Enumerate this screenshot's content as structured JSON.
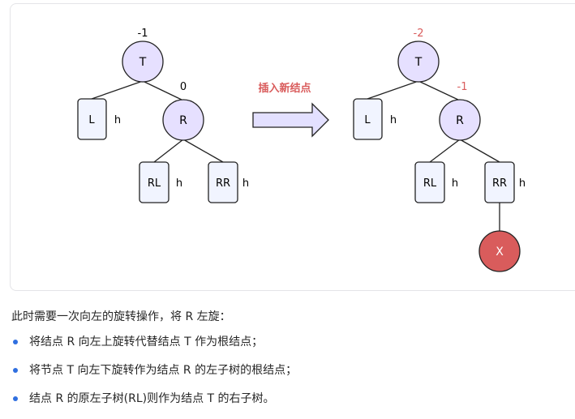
{
  "colors": {
    "node_fill": "#e6e0ff",
    "leaf_fill": "#f1f4ff",
    "inserted_fill": "#d95c5c",
    "arrow_fill": "#e3e0ff",
    "balance_highlight": "#d95c5c",
    "bullet": "#2f6fe0"
  },
  "left_tree": {
    "balance_T": "-1",
    "balance_R": "0",
    "node_T": "T",
    "node_R": "R",
    "leaf_L": "L",
    "leaf_RL": "RL",
    "leaf_RR": "RR",
    "h_L": "h",
    "h_RL": "h",
    "h_RR": "h"
  },
  "arrow": {
    "label": "插入新结点"
  },
  "right_tree": {
    "balance_T": "-2",
    "balance_R": "-1",
    "node_T": "T",
    "node_R": "R",
    "leaf_L": "L",
    "leaf_RL": "RL",
    "leaf_RR": "RR",
    "h_L": "h",
    "h_RL": "h",
    "h_RR": "h",
    "node_X": "X"
  },
  "paragraph": "此时需要一次向左的旋转操作，将 R 左旋：",
  "bullets": [
    "将结点 R 向左上旋转代替结点 T 作为根结点；",
    "将节点 T 向左下旋转作为结点 R 的左子树的根结点；",
    "结点 R 的原左子树(RL)则作为结点 T 的右子树。"
  ]
}
